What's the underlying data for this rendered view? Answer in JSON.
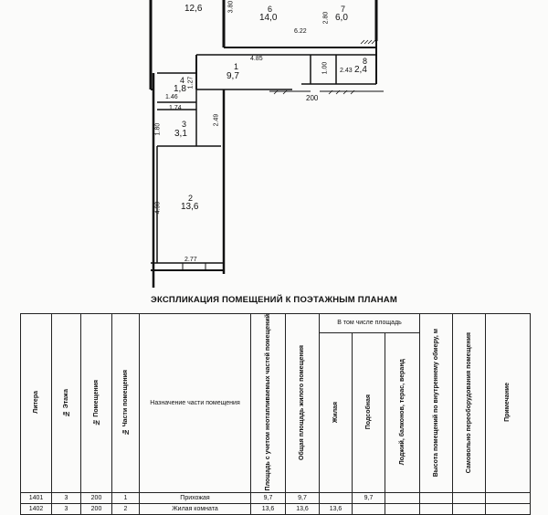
{
  "rooms": [
    {
      "num": "",
      "area": "12,6"
    },
    {
      "num": "6",
      "area": "14,0"
    },
    {
      "num": "7",
      "area": "6,0"
    },
    {
      "num": "1",
      "area": "9,7"
    },
    {
      "num": "8",
      "area": "2,4"
    },
    {
      "num": "4",
      "area": "1,8"
    },
    {
      "num": "3",
      "area": "3,1"
    },
    {
      "num": "2",
      "area": "13,6"
    }
  ],
  "dims": {
    "d380": "3.80",
    "d280": "2.80",
    "d622": "6.22",
    "d485": "4.85",
    "d100": "1.00",
    "d243": "2.43",
    "d200": "200",
    "d127": "1.27",
    "d146": "1.46",
    "d174": "1.74",
    "d180": "1.80",
    "d249": "2.49",
    "d490": "4.90",
    "d277": "2.77"
  },
  "table": {
    "title": "ЭКСПЛИКАЦИЯ ПОМЕЩЕНИЙ К ПОЭТАЖНЫМ ПЛАНАМ",
    "headers": {
      "litera": "Литера",
      "floor": "№ Этажа",
      "room_no": "№ Помещения",
      "part_no": "№ Части помещения",
      "purpose": "Назначение части помещения",
      "area_total": "Площадь с учетом неотапливаемых частей помещений",
      "area_living_total": "Общая площадь жилого помещения",
      "incl": "В том числе площадь",
      "living": "Жилая",
      "aux": "Подсобная",
      "loggia": "Лоджий, балконов, терас, веранд",
      "height": "Высота помещений по внутреннему обмеру, м",
      "unauth": "Самовольно переоборудования помещения",
      "note": "Примечание"
    },
    "rows": [
      {
        "litera": "1401",
        "floor": "3",
        "room": "200",
        "part": "1",
        "purpose": "Прихожая",
        "area": "9,7",
        "total": "9,7",
        "living": "",
        "aux": "9,7"
      },
      {
        "litera": "1402",
        "floor": "3",
        "room": "200",
        "part": "2",
        "purpose": "Жилая комната",
        "area": "13,6",
        "total": "13,6",
        "living": "13,6",
        "aux": ""
      }
    ]
  }
}
